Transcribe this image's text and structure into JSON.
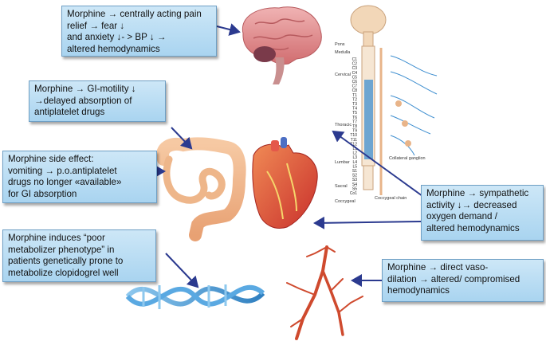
{
  "boxes": {
    "brain": {
      "lines": [
        "Morphine → centrally acting pain",
        "relief → fear ↓",
        "and anxiety ↓- > BP ↓ →",
        "altered hemodynamics"
      ]
    },
    "gi": {
      "lines": [
        "Morphine → GI-motility ↓",
        "→delayed absorption of",
        "antiplatelet drugs"
      ]
    },
    "vomit": {
      "lines": [
        "Morphine side effect:",
        "vomiting →  p.o.antiplatelet",
        "drugs no longer «available»",
        "for GI absorption"
      ]
    },
    "poor": {
      "lines": [
        "Morphine induces “poor",
        "metabolizer phenotype” in",
        "patients genetically prone to",
        "metabolize clopidogrel well"
      ]
    },
    "sympathetic": {
      "lines": [
        "Morphine → sympathetic",
        "activity ↓→ decreased",
        "oxygen demand  /",
        "altered hemodynamics"
      ]
    },
    "vaso": {
      "lines": [
        "Morphine → direct vaso-",
        "dilation → altered/ compromised",
        "hemodynamics"
      ]
    }
  },
  "spine": {
    "regions": [
      "Pons",
      "Medulla",
      "Cervical",
      "Thoracic",
      "Lumbar",
      "Sacral",
      "Coccygeal"
    ],
    "segments": [
      "C1",
      "C2",
      "C3",
      "C4",
      "C5",
      "C6",
      "C7",
      "C8",
      "T1",
      "T2",
      "T3",
      "T4",
      "T5",
      "T6",
      "T7",
      "T8",
      "T9",
      "T10",
      "T11",
      "T12",
      "L1",
      "L2",
      "L3",
      "L4",
      "L5",
      "S1",
      "S2",
      "S3",
      "S4",
      "S5",
      "Co1"
    ],
    "collateral_label": "Collateral ganglion",
    "coccygeal_chain": "Coccygeal chain"
  },
  "colors": {
    "box_fill": "#b9ddf4",
    "box_border": "#6f9fc4",
    "arrow": "#2b3a8f",
    "sympathetic": "#3f8fd0"
  }
}
